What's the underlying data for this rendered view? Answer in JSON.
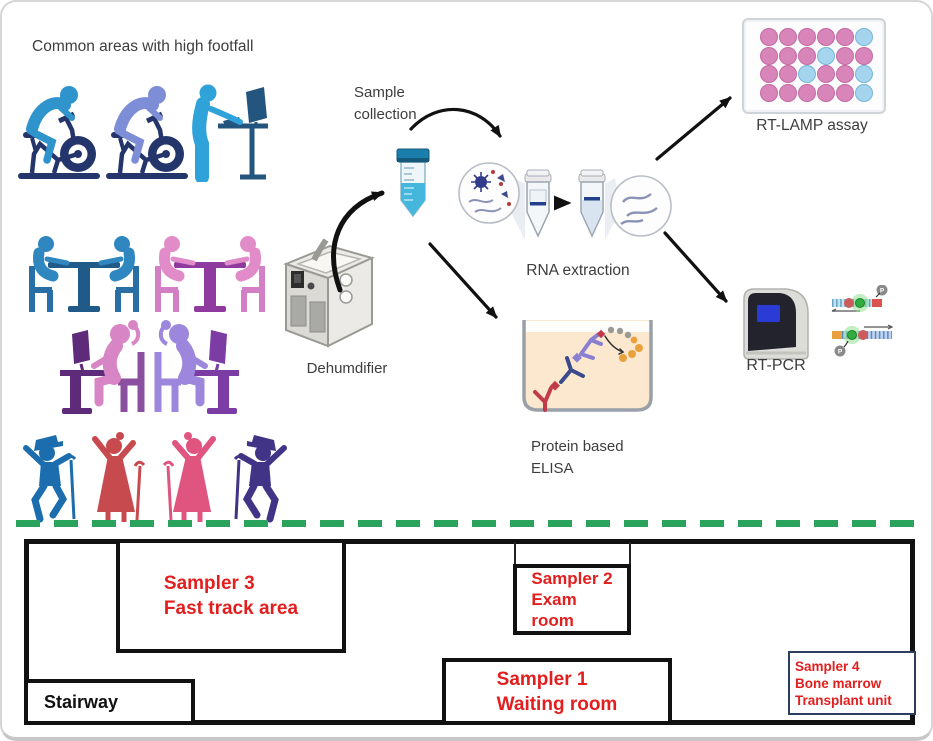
{
  "palette": {
    "label_red": "#e31e1e",
    "dash_green": "#2aa45c",
    "well_pink": "#d886ba",
    "well_blue": "#a5d5ee",
    "wall_black": "#111111",
    "sampler4_border": "#2c3e5f"
  },
  "workflow": {
    "title": "Common areas with high footfall",
    "sample_collection_label": "Sample collection",
    "dehumidifier_label": "Dehumdifier",
    "rna_extraction_label": "RNA extraction",
    "rt_lamp_label": "RT-LAMP assay",
    "rt_pcr_label": "RT-PCR",
    "elisa_label_line1": "Protein based",
    "elisa_label_line2": "ELISA",
    "phosphate_label": "P"
  },
  "rt_lamp_plate": {
    "rows": 4,
    "cols": 6,
    "blue_wells": [
      [
        0,
        5
      ],
      [
        1,
        3
      ],
      [
        2,
        2
      ],
      [
        2,
        5
      ],
      [
        3,
        5
      ]
    ]
  },
  "floor_plan": {
    "sampler3": {
      "line1": "Sampler 3",
      "line2": "Fast track area"
    },
    "sampler2": {
      "line1": "Sampler 2",
      "line2": "Exam",
      "line3": "room"
    },
    "sampler1": {
      "line1": "Sampler 1",
      "line2": "Waiting room"
    },
    "sampler4": {
      "line1": "Sampler 4",
      "line2": "Bone marrow",
      "line3": "Transplant unit"
    },
    "stairway_label": "Stairway"
  },
  "icons": {
    "cyclists": "people-on-exercise-bikes",
    "standing_desk": "person-at-standing-desk",
    "table_pairs": "people-talking-at-tables",
    "computer_desks": "people-working-at-computers",
    "dancers": "elderly-people-dancing-with-canes",
    "dehumidifier": "dehumidifier-machine",
    "falcon_tube": "sample-collection-tube",
    "rna_circles": "virus-lysis-and-rna-strands",
    "plate": "24-well-assay-plate",
    "pcr_machine": "rt-pcr-thermocycler",
    "elisa_well": "elisa-antibody-well"
  }
}
